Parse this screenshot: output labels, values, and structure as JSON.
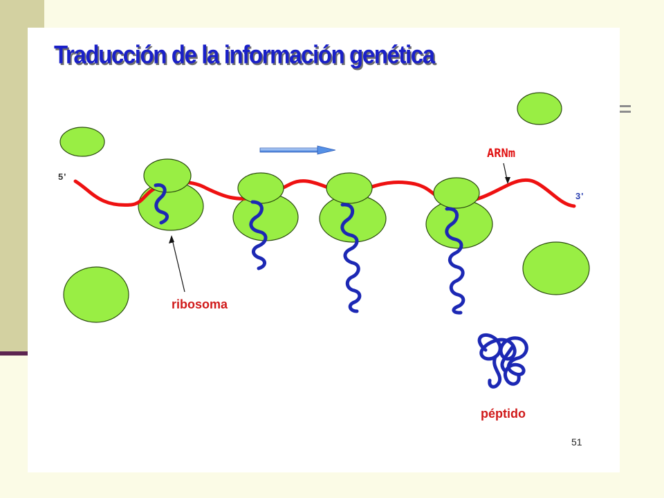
{
  "slide": {
    "title": "Traducción de la información genética",
    "page_number": "51"
  },
  "labels": {
    "five_prime": "5'",
    "three_prime": "3'",
    "mrna": "ARNm",
    "ribosome": "ribosoma",
    "peptide": "péptido"
  },
  "colors": {
    "ribosome_fill": "#99ee44",
    "mrna_strand": "#ee1111",
    "peptide_chain": "#1c28b4",
    "title_text": "#1a20c8",
    "label_text": "#d01a1a"
  }
}
